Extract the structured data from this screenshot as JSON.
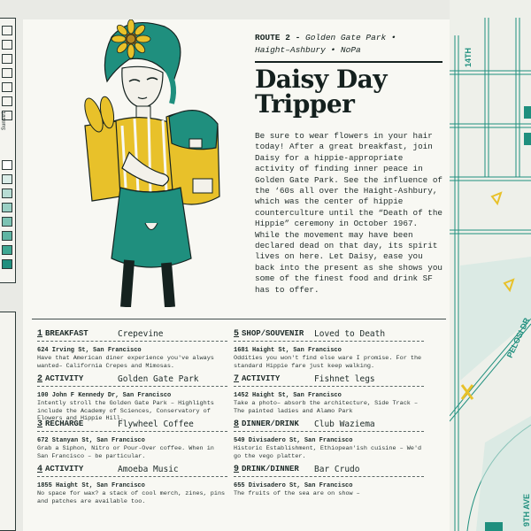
{
  "left_panel": {
    "label": "Sunset"
  },
  "route": {
    "line1": "ROUTE 2 -",
    "line1_em": "Golden Gate Park •",
    "line2_em": "Haight–Ashbury • NoPa"
  },
  "title": "Daisy Day Tripper",
  "intro": "Be sure to wear flowers in your hair today! After a great breakfast, join Daisy for a hippie-appropriate activity of finding inner peace in Golden Gate Park. See the influence of the ‘60s all over the Haight-Ashbury, which was the center of hippie counterculture until the “Death of the Hippie” ceremony in October 1967. While the movement may have been declared dead on that day, its spirit lives on here. Let Daisy, ease you back into the present as she shows you some of the finest food and drink SF has to offer.",
  "entries_left": [
    {
      "num": "1",
      "category": "BREAKFAST",
      "name": "Crepevine",
      "address": "624 Irving St, San Francisco",
      "desc": "Have that American diner experience you've always wanted– California Crepes and Mimosas."
    },
    {
      "num": "2",
      "category": "ACTIVITY",
      "name": "Golden Gate Park",
      "address": "100 John F Kennedy Dr, San Francisco",
      "desc": "Intently stroll the Golden Gate Park – Highlights include the Academy of Sciences, Conservatory of Flowers and Hippie Hill."
    },
    {
      "num": "3",
      "category": "RECHARGE",
      "name": "Flywheel Coffee",
      "address": "672 Stanyan St, San Francisco",
      "desc": "Grab a Siphon, Nitro or Pour-Over coffee. When in San Francisco – be particular."
    },
    {
      "num": "4",
      "category": "ACTIVITY",
      "name": "Amoeba Music",
      "address": "1855 Haight St, San Francisco",
      "desc": "No space for wax? a stack of cool merch, zines, pins and patches are available too."
    }
  ],
  "entries_right": [
    {
      "num": "5",
      "category": "SHOP/SOUVENIR",
      "name": "Loved to Death",
      "address": "1681 Haight St, San Francisco",
      "desc": "Oddities you won't find else ware I promise. For the standard Hippie fare just keep walking."
    },
    {
      "num": "7",
      "category": "ACTIVITY",
      "name": "Fishnet legs",
      "address": "1452 Haight St, San Francisco",
      "desc": "Take a photo– absorb the architecture, Side Track – The painted ladies and Alamo Park"
    },
    {
      "num": "8",
      "category": "DINNER/DRINK",
      "name": "Club Waziema",
      "address": "549 Divisadero St, San Francisco",
      "desc": "Historic Establishment, Ethiopean'ish cuisine – We'd go the vego platter."
    },
    {
      "num": "9",
      "category": "DRINK/DINNER",
      "name": "Bar Crudo",
      "address": "655 Divisadero St, San Francisco",
      "desc": "The fruits of the sea are on show –"
    }
  ],
  "map": {
    "label_14th": "14TH",
    "label_pelosi": "PELOSI DR",
    "label_9th": "9TH AVE"
  },
  "colors": {
    "teal": "#1f8f7e",
    "yellow": "#e8c12a",
    "ink": "#15221f",
    "paper": "#f8f8f3"
  }
}
